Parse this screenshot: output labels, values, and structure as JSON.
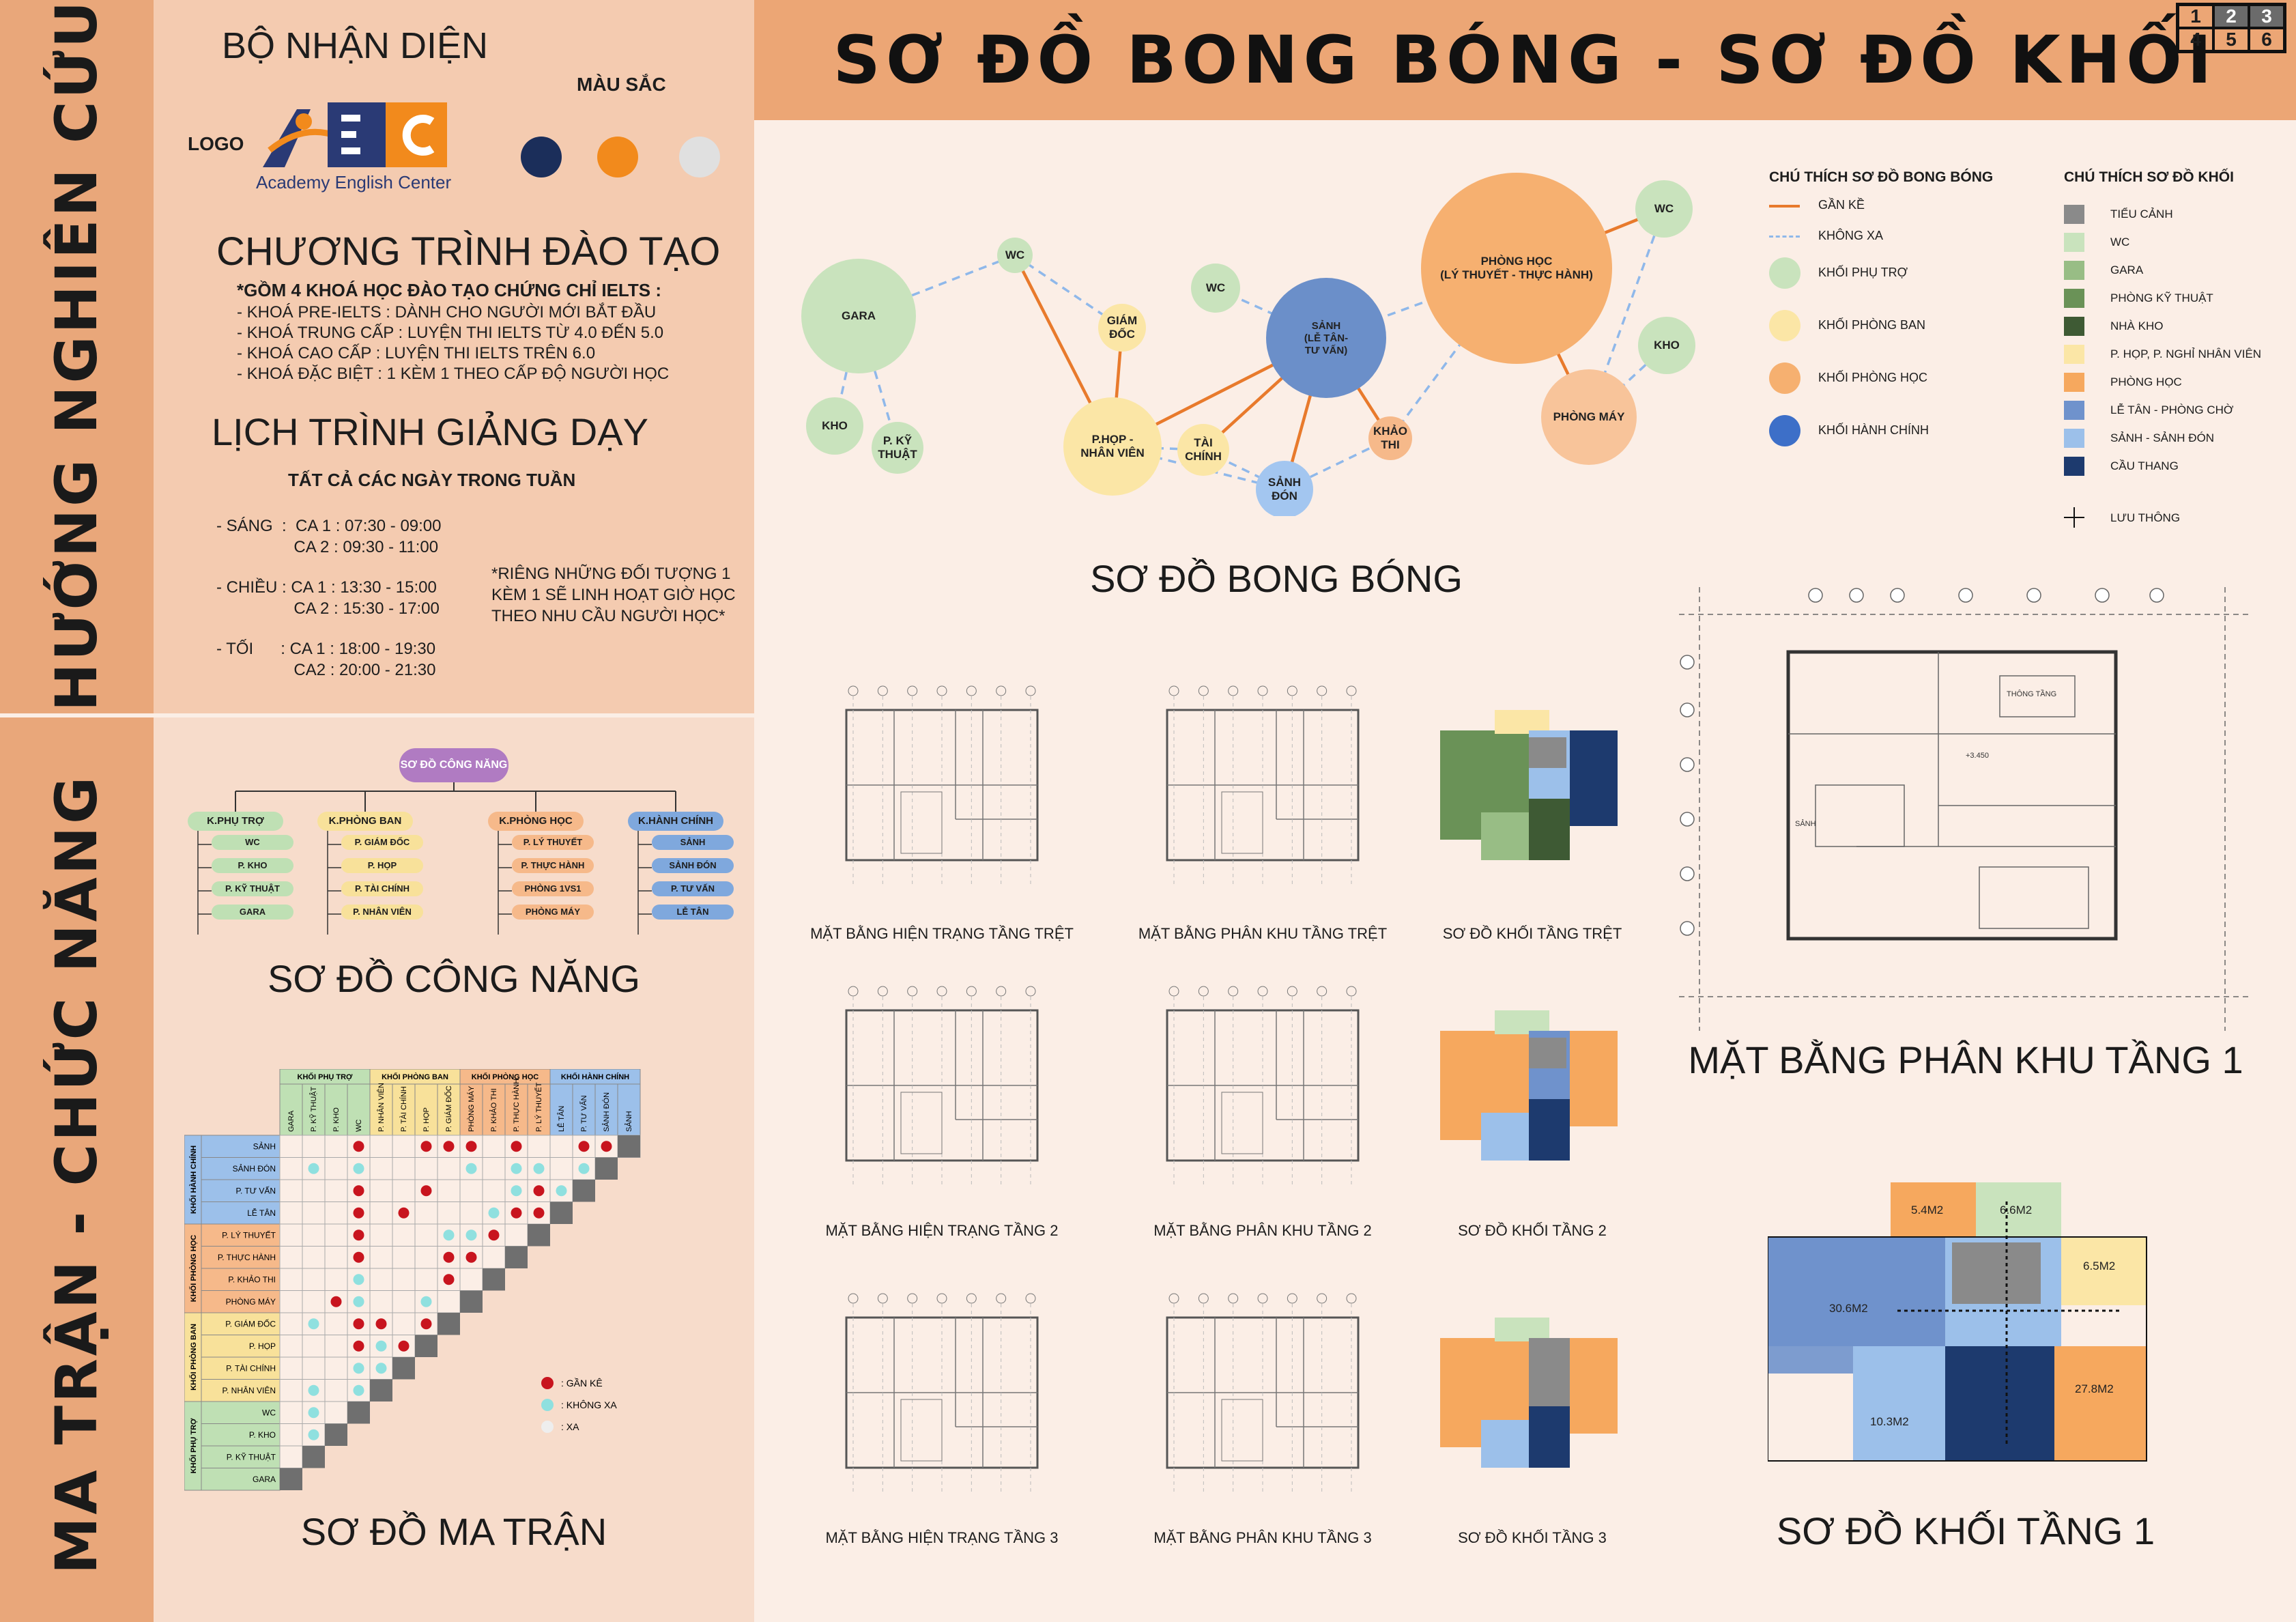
{
  "header": {
    "title": "SƠ ĐỒ BONG BÓNG - SƠ ĐỒ KHỐI",
    "page_grid": [
      "1",
      "2",
      "3",
      "4",
      "5",
      "6"
    ],
    "active_pages": [
      "2",
      "3"
    ]
  },
  "sidebar": {
    "top_label": "HƯỚNG NGHIÊN CỨU",
    "bottom_label": "MA TRẬN - CHỨC NĂNG"
  },
  "identity": {
    "title": "BỘ NHẬN DIỆN",
    "logo_label": "LOGO",
    "logo_letters": "AEC",
    "logo_caption": "Academy English Center",
    "colors_label": "MÀU SẮC",
    "colors": [
      "#1b2e5a",
      "#f28a1c",
      "#e0e0e0"
    ]
  },
  "program": {
    "title": "CHƯƠNG TRÌNH ĐÀO TẠO",
    "lead": "*GỒM 4 KHOÁ HỌC ĐÀO TẠO CHỨNG CHỈ IELTS :",
    "items": [
      "- KHOÁ PRE-IELTS : DÀNH CHO NGƯỜI MỚI BẮT ĐẦU",
      "- KHOÁ TRUNG CẤP : LUYỆN THI IELTS TỪ 4.0 ĐẾN 5.0",
      "- KHOÁ CAO CẤP : LUYỆN THI IELTS TRÊN 6.0",
      "- KHOÁ ĐẶC BIỆT : 1 KÈM 1 THEO CẤP ĐỘ NGƯỜI HỌC"
    ]
  },
  "schedule": {
    "title": "LỊCH TRÌNH GIẢNG DẠY",
    "subtitle": "TẤT CẢ CÁC NGÀY TRONG TUẦN",
    "morning": "- SÁNG  :  CA 1 : 07:30 - 09:00\n                 CA 2 : 09:30 - 11:00",
    "afternoon": "- CHIỀU : CA 1 : 13:30 - 15:00\n                 CA 2 : 15:30 - 17:00",
    "evening": "- TỐI      : CA 1 : 18:00 - 19:30\n                 CA2 : 20:00 - 21:30",
    "note": "*RIÊNG NHỮNG ĐỐI TƯỢNG 1\nKÈM 1 SẼ LINH HOẠT GIỜ HỌC\nTHEO NHU CẦU NGƯỜI HỌC*"
  },
  "function_diagram": {
    "caption": "SƠ ĐỒ CÔNG NĂNG",
    "root": "SƠ ĐỒ CÔNG NĂNG",
    "groups": [
      {
        "name": "K.PHỤ TRỢ",
        "color": "#bfe0b4",
        "items": [
          "WC",
          "P. KHO",
          "P. KỸ THUẬT",
          "GARA"
        ]
      },
      {
        "name": "K.PHÒNG BAN",
        "color": "#f8e19a",
        "items": [
          "P. GIÁM ĐỐC",
          "P. HỌP",
          "P. TÀI CHÍNH",
          "P. NHÂN VIÊN"
        ]
      },
      {
        "name": "K.PHÒNG HỌC",
        "color": "#f6b98a",
        "items": [
          "P. LÝ THUYẾT",
          "P. THỰC HÀNH",
          "PHÒNG 1VS1",
          "PHÒNG MÁY"
        ]
      },
      {
        "name": "K.HÀNH CHÍNH",
        "color": "#7fa8dd",
        "items": [
          "SẢNH",
          "SẢNH ĐÓN",
          "P. TƯ VẤN",
          "LỄ TÂN"
        ]
      }
    ]
  },
  "matrix": {
    "caption": "SƠ ĐỒ MA TRẬN",
    "groups": [
      {
        "name": "KHỐI PHỤ TRỢ",
        "color": "#bfe0b4",
        "span": 4
      },
      {
        "name": "KHỐI PHÒNG BAN",
        "color": "#f8e19a",
        "span": 4
      },
      {
        "name": "KHỐI PHÒNG HỌC",
        "color": "#f6b98a",
        "span": 4
      },
      {
        "name": "KHỐI HÀNH CHÍNH",
        "color": "#9cc0ea",
        "span": 4
      }
    ],
    "cols": [
      "GARA",
      "P. KỸ THUẬT",
      "P. KHO",
      "WC",
      "P. NHÂN VIÊN",
      "P. TÀI CHÍNH",
      "P. HỌP",
      "P. GIÁM ĐỐC",
      "PHÒNG MÁY",
      "P. KHẢO THI",
      "P. THỰC HÀNH",
      "P. LÝ THUYẾT",
      "LỄ TÂN",
      "P. TƯ VẤN",
      "SẢNH ĐÓN",
      "SẢNH"
    ],
    "rowgroups": [
      {
        "name": "KHỐI HÀNH CHÍNH",
        "color": "#9cc0ea",
        "span": 4
      },
      {
        "name": "KHỐI PHÒNG HỌC",
        "color": "#f6b98a",
        "span": 4
      },
      {
        "name": "KHỐI PHÒNG BAN",
        "color": "#f8e19a",
        "span": 4
      },
      {
        "name": "KHỐI PHỤ TRỢ",
        "color": "#bfe0b4",
        "span": 4
      }
    ],
    "rows": [
      "SẢNH",
      "SẢNH ĐÓN",
      "P. TƯ VẤN",
      "LỄ TÂN",
      "P. LÝ THUYẾT",
      "P. THỰC HÀNH",
      "P. KHẢO THI",
      "PHÒNG MÁY",
      "P. GIÁM ĐỐC",
      "P. HỌP",
      "P. TÀI CHÍNH",
      "P. NHÂN VIÊN",
      "WC",
      "P. KHO",
      "P. KỸ THUẬT",
      "GARA"
    ],
    "cells": [
      "000R00RRR0R00RRR",
      "0C0C0000C0CC0CR",
      "000R00R000CRCR",
      "000R0R000CRRR",
      "000R000CCR00",
      "000R000RR00",
      "000C000R00",
      "00RC00C00",
      "0C0RR0R0",
      "000RCR0",
      "000CC0",
      "0C0C0",
      "0C0R",
      "0C0",
      "0C",
      "0"
    ],
    "legend": [
      {
        "mark": "R",
        "label": ": GẦN KÊ"
      },
      {
        "mark": "C",
        "label": ": KHÔNG XA"
      },
      {
        "mark": "0",
        "label": ": XA"
      }
    ]
  },
  "bubble": {
    "caption": "SƠ ĐỒ BONG BÓNG",
    "nodes": [
      {
        "id": "gara",
        "label": "GARA",
        "c": "#c9e3bd"
      },
      {
        "id": "kho1",
        "label": "KHO",
        "c": "#c9e3bd"
      },
      {
        "id": "kt",
        "label": "P. KỸ\nTHUẬT",
        "c": "#c9e3bd"
      },
      {
        "id": "wc1",
        "label": "WC",
        "c": "#c9e3bd"
      },
      {
        "id": "gd",
        "label": "GIÁM\nĐỐC",
        "c": "#fbe6a6"
      },
      {
        "id": "hop",
        "label": "P.HỌP -\nNHÂN VIÊN",
        "c": "#fbe6a6"
      },
      {
        "id": "tc",
        "label": "TÀI\nCHÍNH",
        "c": "#fbe6a6"
      },
      {
        "id": "wc2",
        "label": "WC",
        "c": "#c9e3bd"
      },
      {
        "id": "sanh",
        "label": "SẢNH\n(LỄ TÂN-\nTƯ VẤN)",
        "c": "#6b8fc9"
      },
      {
        "id": "don",
        "label": "SẢNH\nĐÓN",
        "c": "#a3c6f0"
      },
      {
        "id": "kt2",
        "label": "KHẢO\nTHI",
        "c": "#f6b98a"
      },
      {
        "id": "ph",
        "label": "PHÒNG HỌC\n(LÝ THUYẾT - THỰC HÀNH)",
        "c": "#f6b070"
      },
      {
        "id": "wc3",
        "label": "WC",
        "c": "#c9e3bd"
      },
      {
        "id": "kho2",
        "label": "KHO",
        "c": "#c9e3bd"
      },
      {
        "id": "pm",
        "label": "PHÒNG MÁY",
        "c": "#f8c49a"
      }
    ],
    "legend_title": "CHÚ THÍCH SƠ ĐỒ BONG BÓNG",
    "legend": [
      {
        "label": "GẦN KỀ",
        "kind": "solid",
        "color": "#e87a2c"
      },
      {
        "label": "KHÔNG XA",
        "kind": "dash",
        "color": "#8fb8ea"
      },
      {
        "label": "KHỐI PHỤ TRỢ",
        "kind": "dot",
        "color": "#c9e3bd"
      },
      {
        "label": "KHỐI PHÒNG BAN",
        "kind": "dot",
        "color": "#fbe6a6"
      },
      {
        "label": "KHỐI PHÒNG HỌC",
        "kind": "dot",
        "color": "#f6b070"
      },
      {
        "label": "KHỐI HÀNH CHÍNH",
        "kind": "dot",
        "color": "#3d6fc8"
      }
    ]
  },
  "block_legend": {
    "title": "CHÚ THÍCH SƠ ĐỒ KHỐI",
    "items": [
      {
        "label": "TIỂU CẢNH",
        "color": "#8a8a8a"
      },
      {
        "label": "WC",
        "color": "#c9e3bd"
      },
      {
        "label": "GARA",
        "color": "#98bd85"
      },
      {
        "label": "PHÒNG KỸ THUẬT",
        "color": "#6a9257"
      },
      {
        "label": "NHÀ KHO",
        "color": "#3e5a34"
      },
      {
        "label": "P. HỌP, P. NGHỈ NHÂN VIÊN",
        "color": "#fbe6a6"
      },
      {
        "label": "PHÒNG HỌC",
        "color": "#f6a85e"
      },
      {
        "label": "LỄ TÂN - PHÒNG CHỜ",
        "color": "#6f92cc"
      },
      {
        "label": "SẢNH - SẢNH ĐÓN",
        "color": "#9cc0ea"
      },
      {
        "label": "CẦU THANG",
        "color": "#1d3a6e"
      }
    ],
    "flow_label": "LƯU THÔNG"
  },
  "plans": {
    "row1": [
      "MẶT BẰNG HIỆN TRẠNG TẦNG TRỆT",
      "MẶT BẰNG PHÂN KHU TẦNG TRỆT",
      "SƠ ĐỒ KHỐI TẦNG TRỆT"
    ],
    "row2": [
      "MẶT BẰNG HIỆN TRẠNG TẦNG 2",
      "MẶT BẰNG PHÂN KHU TẦNG 2",
      "SƠ ĐỒ KHỐI TẦNG 2"
    ],
    "row3": [
      "MẶT BẰNG HIỆN TRẠNG TẦNG 3",
      "MẶT BẰNG PHÂN KHU TẦNG 3",
      "SƠ ĐỒ KHỐI TẦNG 3"
    ],
    "floor1_plan": "MẶT BẰNG PHÂN KHU TẦNG 1",
    "floor1_block": "SƠ ĐỒ KHỐI TẦNG 1",
    "floor1_areas": {
      "a": "5.4M2",
      "b": "6.6M2",
      "c": "6.5M2",
      "d": "30.6M2",
      "e": "27.8M2",
      "f": "10.3M2"
    }
  }
}
